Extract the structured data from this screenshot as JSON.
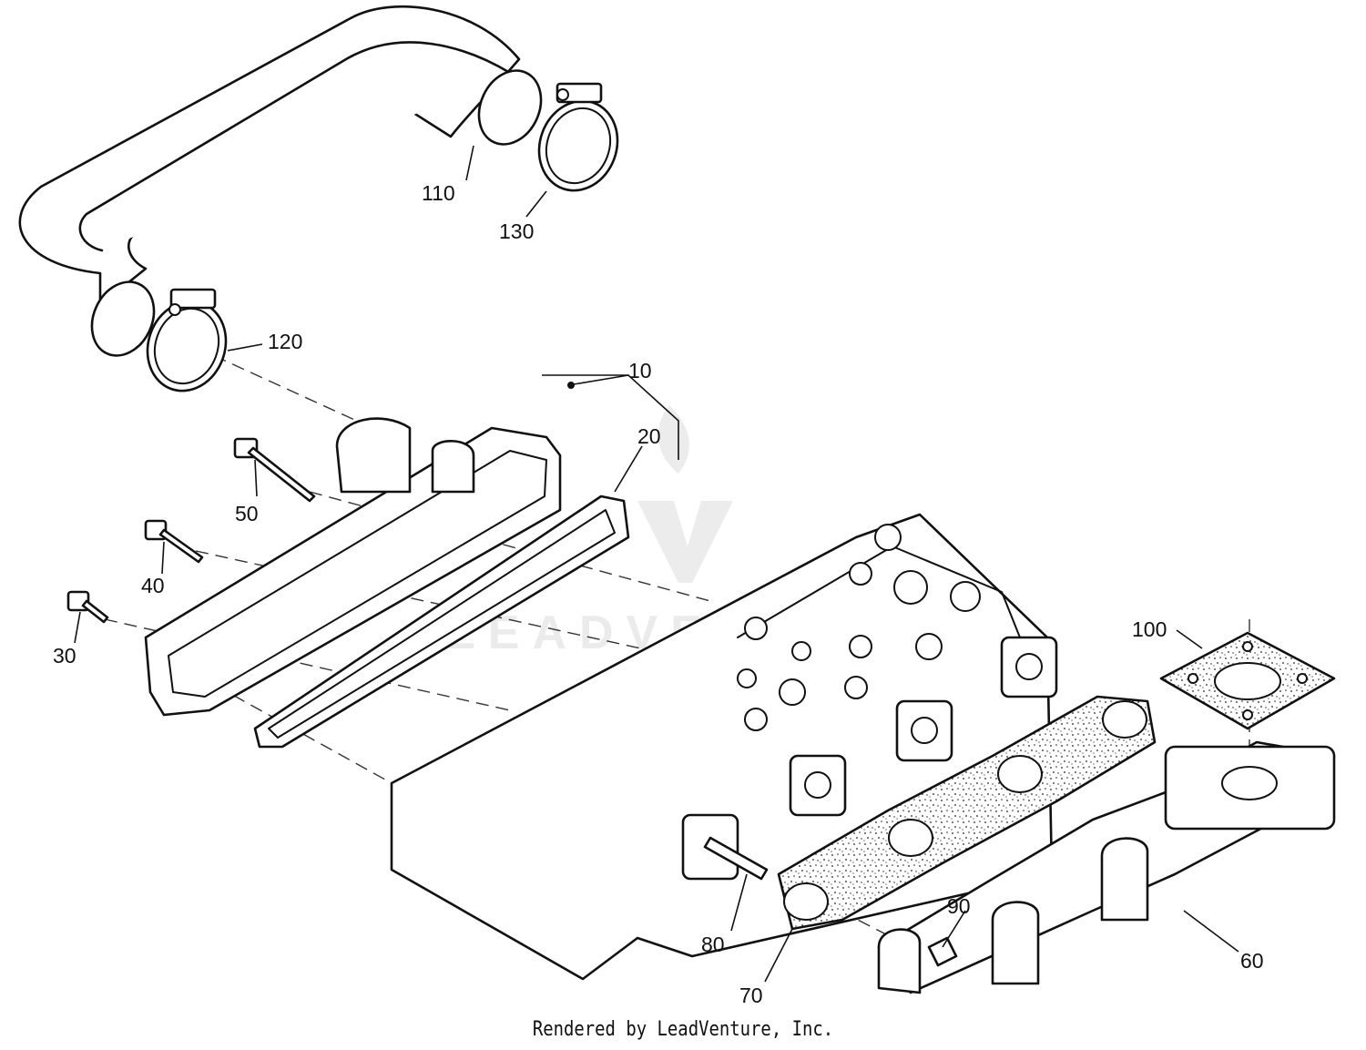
{
  "footer_text": "Rendered by LeadVenture, Inc.",
  "watermark_text": "LEADVENTURE",
  "colors": {
    "line": "#111111",
    "background": "#ffffff",
    "watermark": "#dcdcdc"
  },
  "callouts": {
    "c10": "10",
    "c20": "20",
    "c30": "30",
    "c40": "40",
    "c50": "50",
    "c60": "60",
    "c70": "70",
    "c80": "80",
    "c90": "90",
    "c100": "100",
    "c110": "110",
    "c120": "120",
    "c130": "130"
  }
}
